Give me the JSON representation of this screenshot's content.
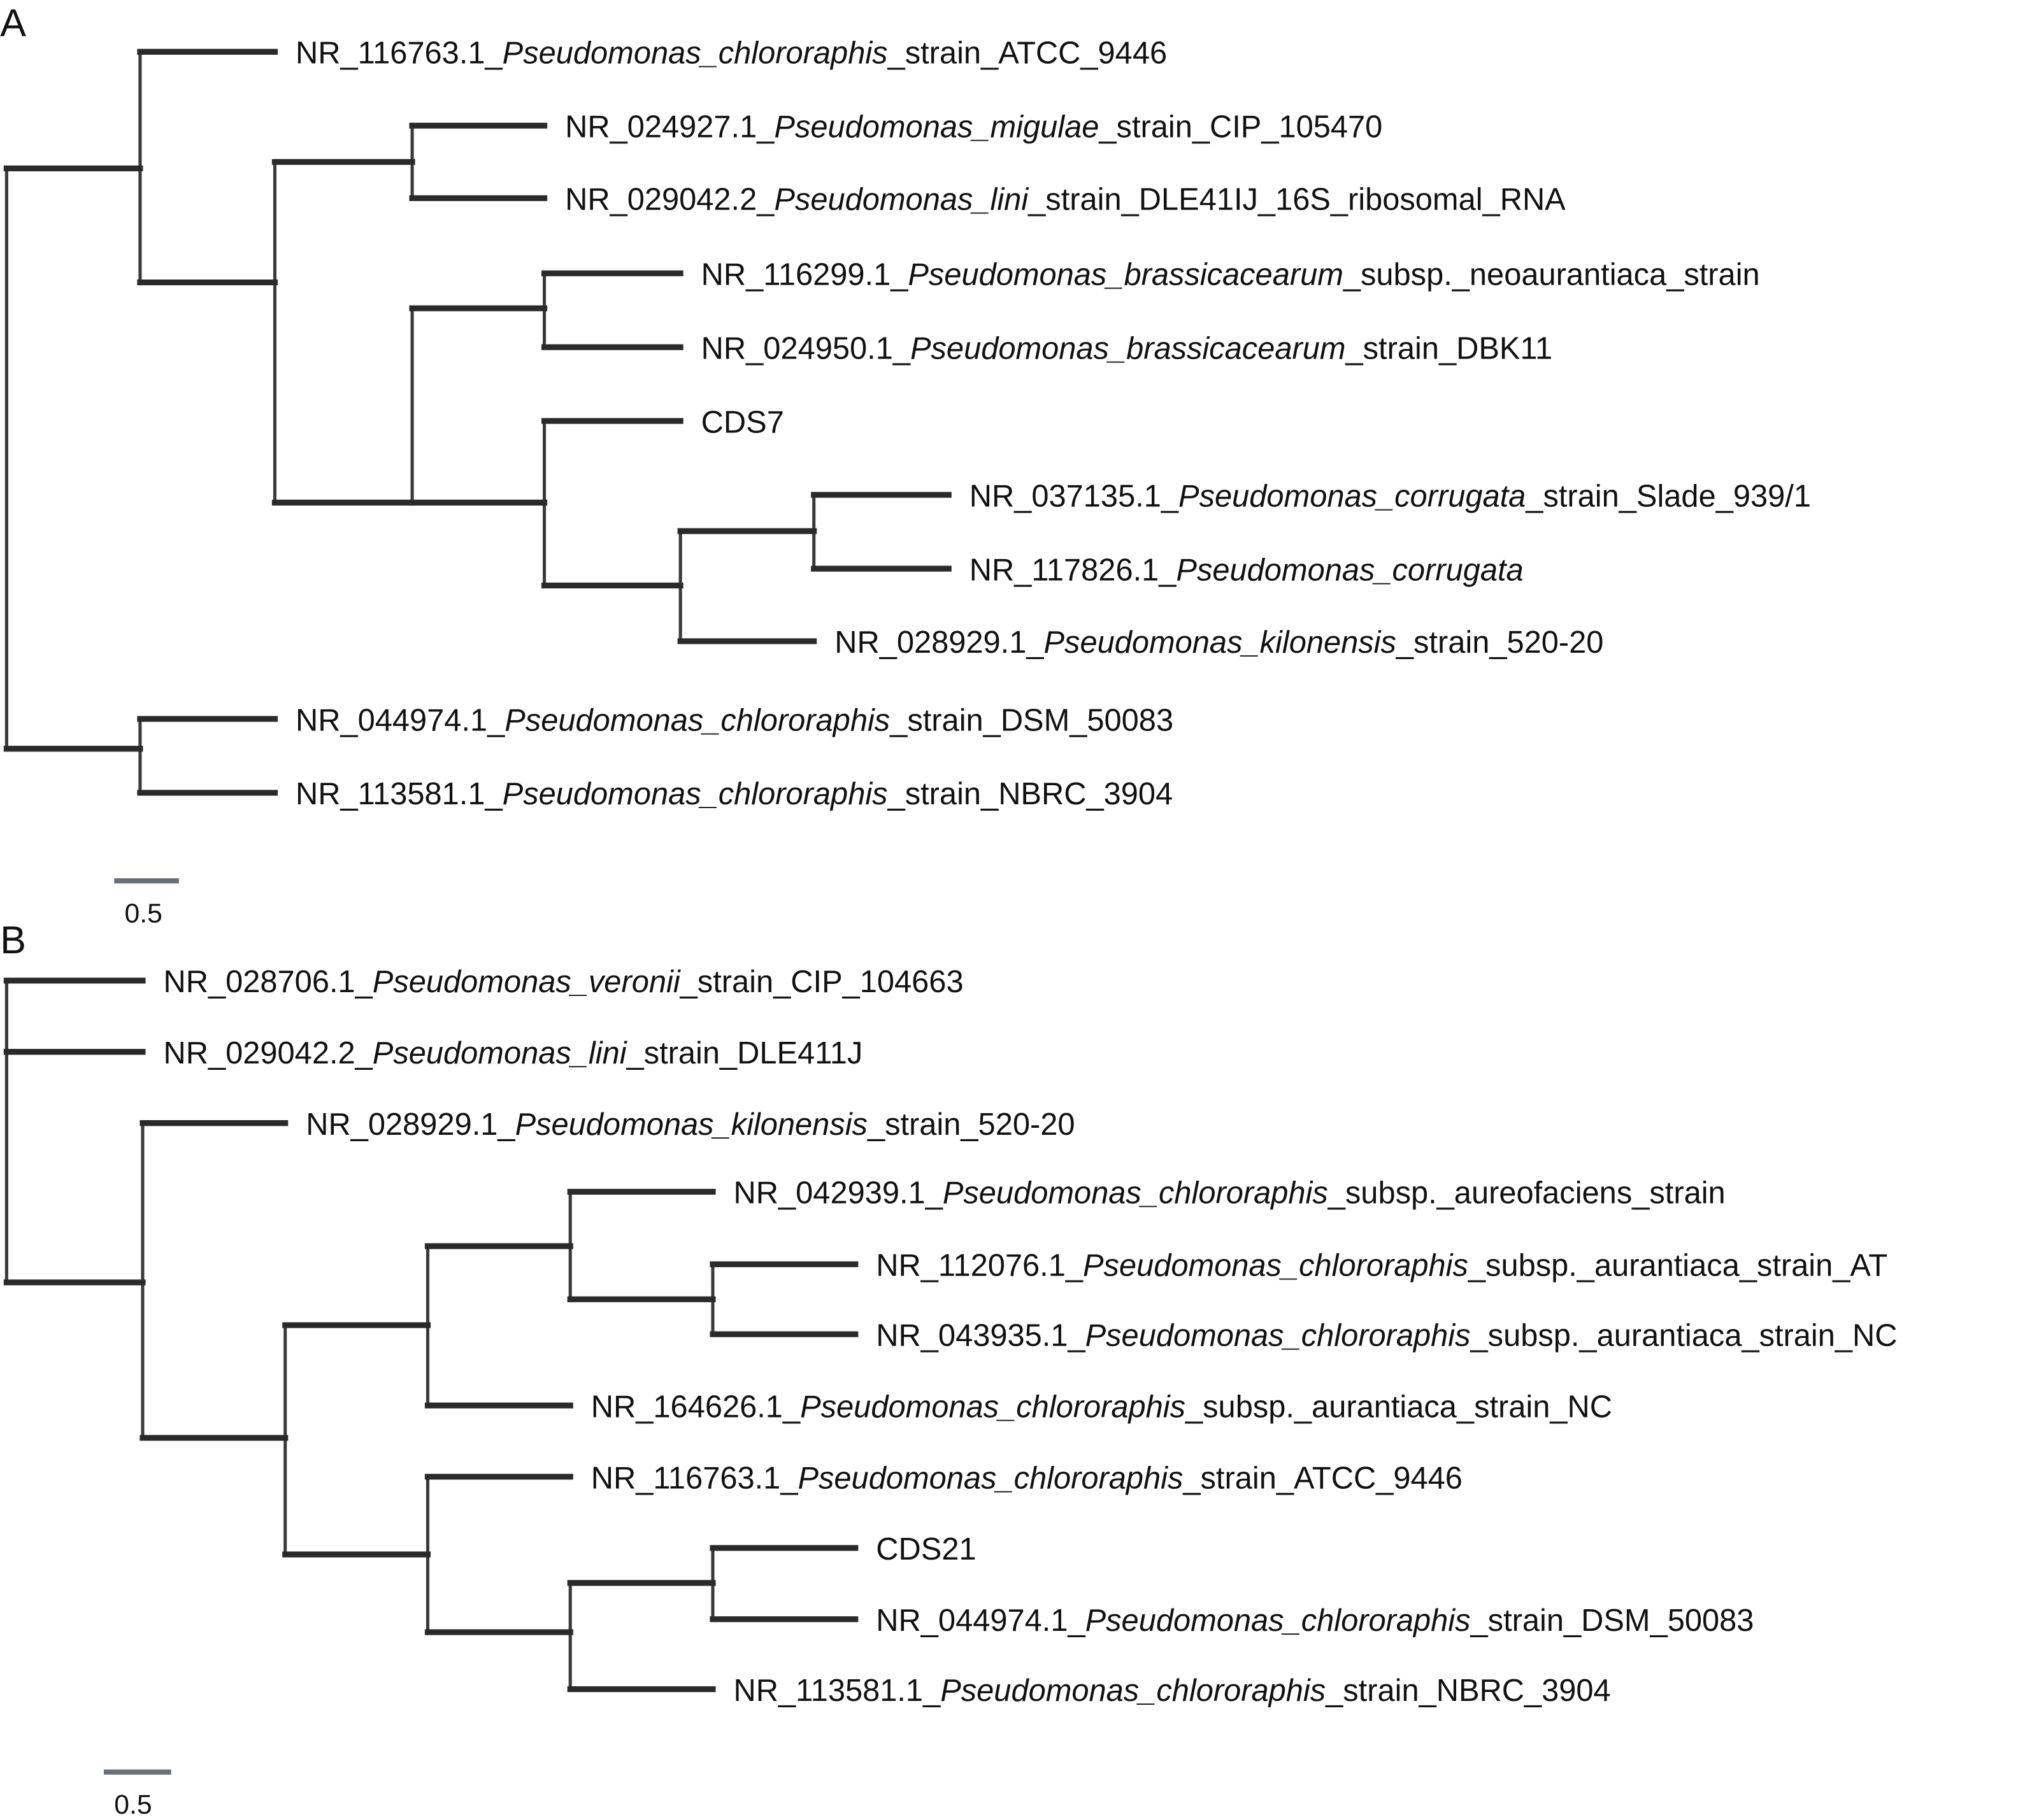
{
  "panels": [
    {
      "id": "A",
      "label": "A",
      "scale_label": "0.5",
      "leaves": [
        {
          "pre": "NR_116763.1_",
          "species": "Pseudomonas_chlororaphis",
          "post": "_strain_ATCC_9446"
        },
        {
          "pre": "NR_024927.1_",
          "species": "Pseudomonas_migulae",
          "post": "_strain_CIP_105470"
        },
        {
          "pre": "NR_029042.2_",
          "species": "Pseudomonas_lini",
          "post": "_strain_DLE41IJ_16S_ribosomal_RNA"
        },
        {
          "pre": "NR_116299.1_",
          "species": "Pseudomonas_brassicacearum",
          "post": "_subsp._neoaurantiaca_strain"
        },
        {
          "pre": "NR_024950.1_",
          "species": "Pseudomonas_brassicacearum",
          "post": "_strain_DBK11"
        },
        {
          "pre": "CDS7",
          "species": "",
          "post": ""
        },
        {
          "pre": "NR_037135.1_",
          "species": "Pseudomonas_corrugata",
          "post": "_strain_Slade_939/1"
        },
        {
          "pre": "NR_117826.1_",
          "species": "Pseudomonas_corrugata",
          "post": ""
        },
        {
          "pre": "NR_028929.1_",
          "species": "Pseudomonas_kilonensis",
          "post": "_strain_520-20"
        },
        {
          "pre": "NR_044974.1_",
          "species": "Pseudomonas_chlororaphis",
          "post": "_strain_DSM_50083"
        },
        {
          "pre": "NR_113581.1_",
          "species": "Pseudomonas_chlororaphis",
          "post": "_strain_NBRC_3904"
        }
      ]
    },
    {
      "id": "B",
      "label": "B",
      "scale_label": "0.5",
      "leaves": [
        {
          "pre": "NR_028706.1_",
          "species": "Pseudomonas_veronii",
          "post": "_strain_CIP_104663"
        },
        {
          "pre": "NR_029042.2_",
          "species": "Pseudomonas_lini",
          "post": "_strain_DLE411J"
        },
        {
          "pre": "NR_028929.1_",
          "species": "Pseudomonas_kilonensis",
          "post": "_strain_520-20"
        },
        {
          "pre": "NR_042939.1_",
          "species": "Pseudomonas_chlororaphis",
          "post": "_subsp._aureofaciens_strain"
        },
        {
          "pre": "NR_112076.1_",
          "species": "Pseudomonas_chlororaphis",
          "post": "_subsp._aurantiaca_strain_AT"
        },
        {
          "pre": "NR_043935.1_",
          "species": "Pseudomonas_chlororaphis",
          "post": "_subsp._aurantiaca_strain_NC"
        },
        {
          "pre": "NR_164626.1_",
          "species": "Pseudomonas_chlororaphis",
          "post": "_subsp._aurantiaca_strain_NC"
        },
        {
          "pre": "NR_116763.1_",
          "species": "Pseudomonas_chlororaphis",
          "post": "_strain_ATCC_9446"
        },
        {
          "pre": "CDS21",
          "species": "",
          "post": ""
        },
        {
          "pre": "NR_044974.1_",
          "species": "Pseudomonas_chlororaphis",
          "post": "_strain_DSM_50083"
        },
        {
          "pre": "NR_113581.1_",
          "species": "Pseudomonas_chlororaphis",
          "post": "_strain_NBRC_3904"
        }
      ]
    }
  ]
}
